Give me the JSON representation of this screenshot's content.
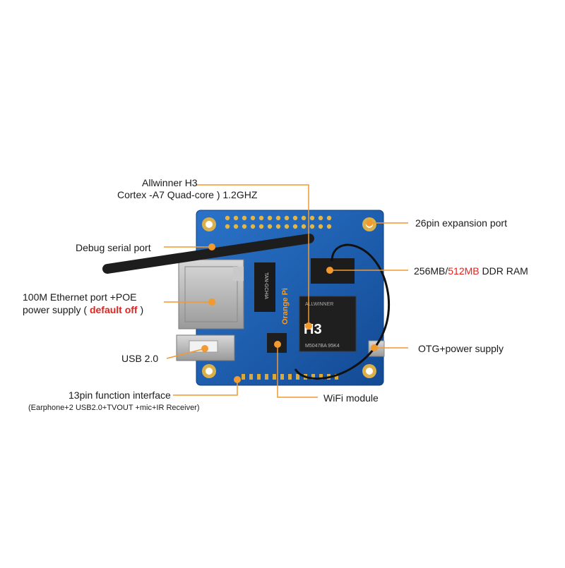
{
  "colors": {
    "leader_line": "#f29a2e",
    "board_blue": "#1d5fb4",
    "highlight_red": "#e0231f"
  },
  "labels": {
    "cpu_line1": "Allwinner H3",
    "cpu_line2": "Cortex -A7 Quad-core ) 1.2GHZ",
    "expansion": "26pin expansion port",
    "debug": "Debug serial port",
    "ram_a": "256MB/",
    "ram_b": "512MB",
    "ram_c": " DDR RAM",
    "ethernet_line1": "100M Ethernet port +POE",
    "ethernet_line2_a": "power supply ( ",
    "ethernet_line2_b": "default off",
    "ethernet_line2_c": " )",
    "usb": "USB 2.0",
    "otg": "OTG+power supply",
    "pin13_line1": "13pin function interface",
    "pin13_line2": "(Earphone+2 USB2.0+TVOUT +mic+IR Receiver)",
    "wifi": "WiFi module"
  },
  "board": {
    "chip_label": "H3",
    "chip_brand": "ALLWINNER",
    "chip_code": "M5047BA 95K4",
    "brand": "Orange Pi"
  }
}
